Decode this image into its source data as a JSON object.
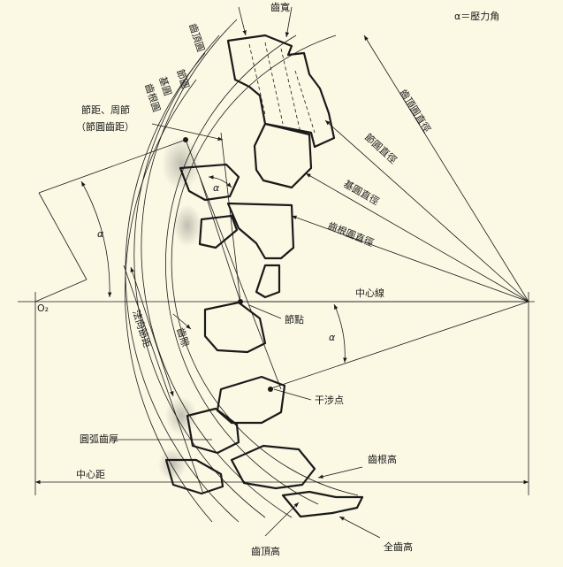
{
  "title": "α＝壓力角",
  "labels": {
    "tooth_width": "齒寬",
    "tip_circle": "齒頂圓",
    "pitch_circle": "節圓",
    "base_circle": "基圓",
    "root_circle": "齒根圓",
    "pitch_top": "節距、周節",
    "pitch_bottom": "（節圓齒距）",
    "alpha_left": "α",
    "alpha_mid": "α",
    "alpha_right": "α",
    "o2": "O₂",
    "tip_diameter": "齒頂圓直徑",
    "pitch_diameter": "節圓直徑",
    "base_diameter": "基圓直徑",
    "root_diameter": "齒根圓直徑",
    "center_line": "中心線",
    "pitch_point": "節點",
    "base_pitch": "法向節距",
    "clearance": "齒隙",
    "interference": "干涉点",
    "arc_thickness": "圓弧齒厚",
    "center_distance": "中心距",
    "dedendum": "齒根高",
    "addendum": "齒頂高",
    "whole_depth": "全齒高"
  },
  "colors": {
    "background": "#fbf9e4",
    "ink": "#1a1a1a",
    "shade": "#c9c7bb"
  }
}
